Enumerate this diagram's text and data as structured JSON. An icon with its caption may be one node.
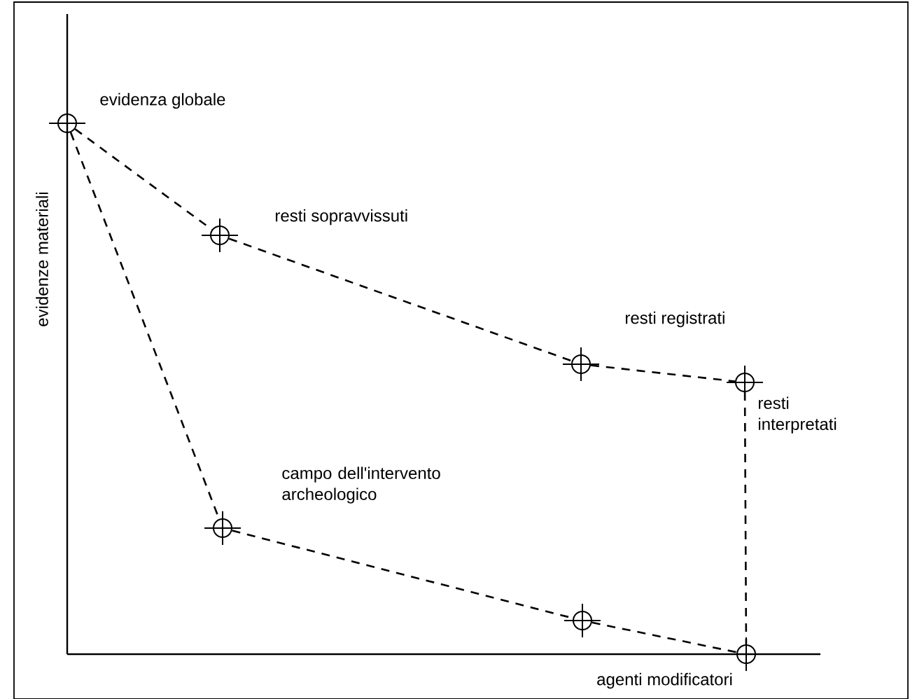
{
  "diagram": {
    "nodes": [
      {
        "text": [],
        "shape": "circle",
        "beside": [
          "evidenza globale"
        ]
      },
      {
        "text": [],
        "shape": "circle",
        "beside": [
          "resti sopravvissuti"
        ]
      },
      {
        "text": [],
        "shape": "circle",
        "beside": [
          "resti registrati"
        ]
      },
      {
        "text": [],
        "shape": "circle",
        "beside": [
          "resti interpretati"
        ]
      },
      {
        "text": [],
        "shape": "circle",
        "beside": [
          "campo dell'intervento archeologico"
        ]
      },
      {
        "text": [],
        "shape": "circle"
      },
      {
        "text": [],
        "shape": "circle"
      }
    ],
    "edges": [
      {
        "from": 0,
        "to": 1,
        "arrow": "none",
        "style": "dashed"
      },
      {
        "from": 1,
        "to": 2,
        "arrow": "none",
        "style": "dashed"
      },
      {
        "from": 2,
        "to": 3,
        "arrow": "none",
        "style": "dashed"
      },
      {
        "from": 0,
        "to": 4,
        "arrow": "none",
        "style": "dashed"
      },
      {
        "from": 4,
        "to": 5,
        "arrow": "none",
        "style": "dashed"
      },
      {
        "from": 5,
        "to": 6,
        "arrow": "none",
        "style": "dashed"
      },
      {
        "from": 3,
        "to": 6,
        "arrow": "none",
        "style": "dashed"
      }
    ],
    "labels": [
      "evidenze materiali",
      "agenti modificatori"
    ]
  }
}
